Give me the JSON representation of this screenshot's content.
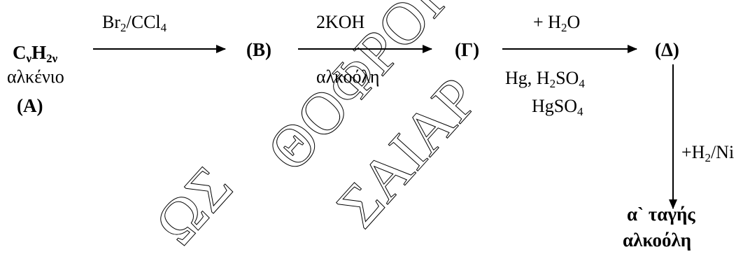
{
  "compounds": {
    "A": {
      "formula_c": "C",
      "formula_c_sub": "ν",
      "formula_h": "H",
      "formula_h_sub": "2ν",
      "class": "αλκένιο",
      "label": "(A)"
    },
    "B": {
      "label": "(B)"
    },
    "G": {
      "label": "(Γ)"
    },
    "D": {
      "label": "(Δ)"
    },
    "product": {
      "line1": "α` ταγής",
      "line2": "αλκοόλη"
    }
  },
  "reagents": {
    "step1": {
      "br": "Br",
      "br_sub": "2",
      "ccl": "/CCl",
      "ccl_sub": "4"
    },
    "step2": {
      "above": "2KOH",
      "below": "αλκοόλη"
    },
    "step3": {
      "above_plus": "+ H",
      "above_sub": "2",
      "above_o": "O",
      "below1_hg": "Hg, H",
      "below1_sub": "2",
      "below1_so": "SO",
      "below1_sub2": "4",
      "below2_hgso": "HgSO",
      "below2_sub": "4"
    },
    "step4": {
      "plus_h": "+H",
      "h_sub": "2",
      "ni": "/Ni"
    }
  },
  "watermark": {
    "line1": "ΘΟΦΡΟΙ",
    "line2": "ΣΑΙΑΡ",
    "line3": "ΩΣ"
  },
  "colors": {
    "ink": "#000000",
    "background": "#ffffff"
  }
}
